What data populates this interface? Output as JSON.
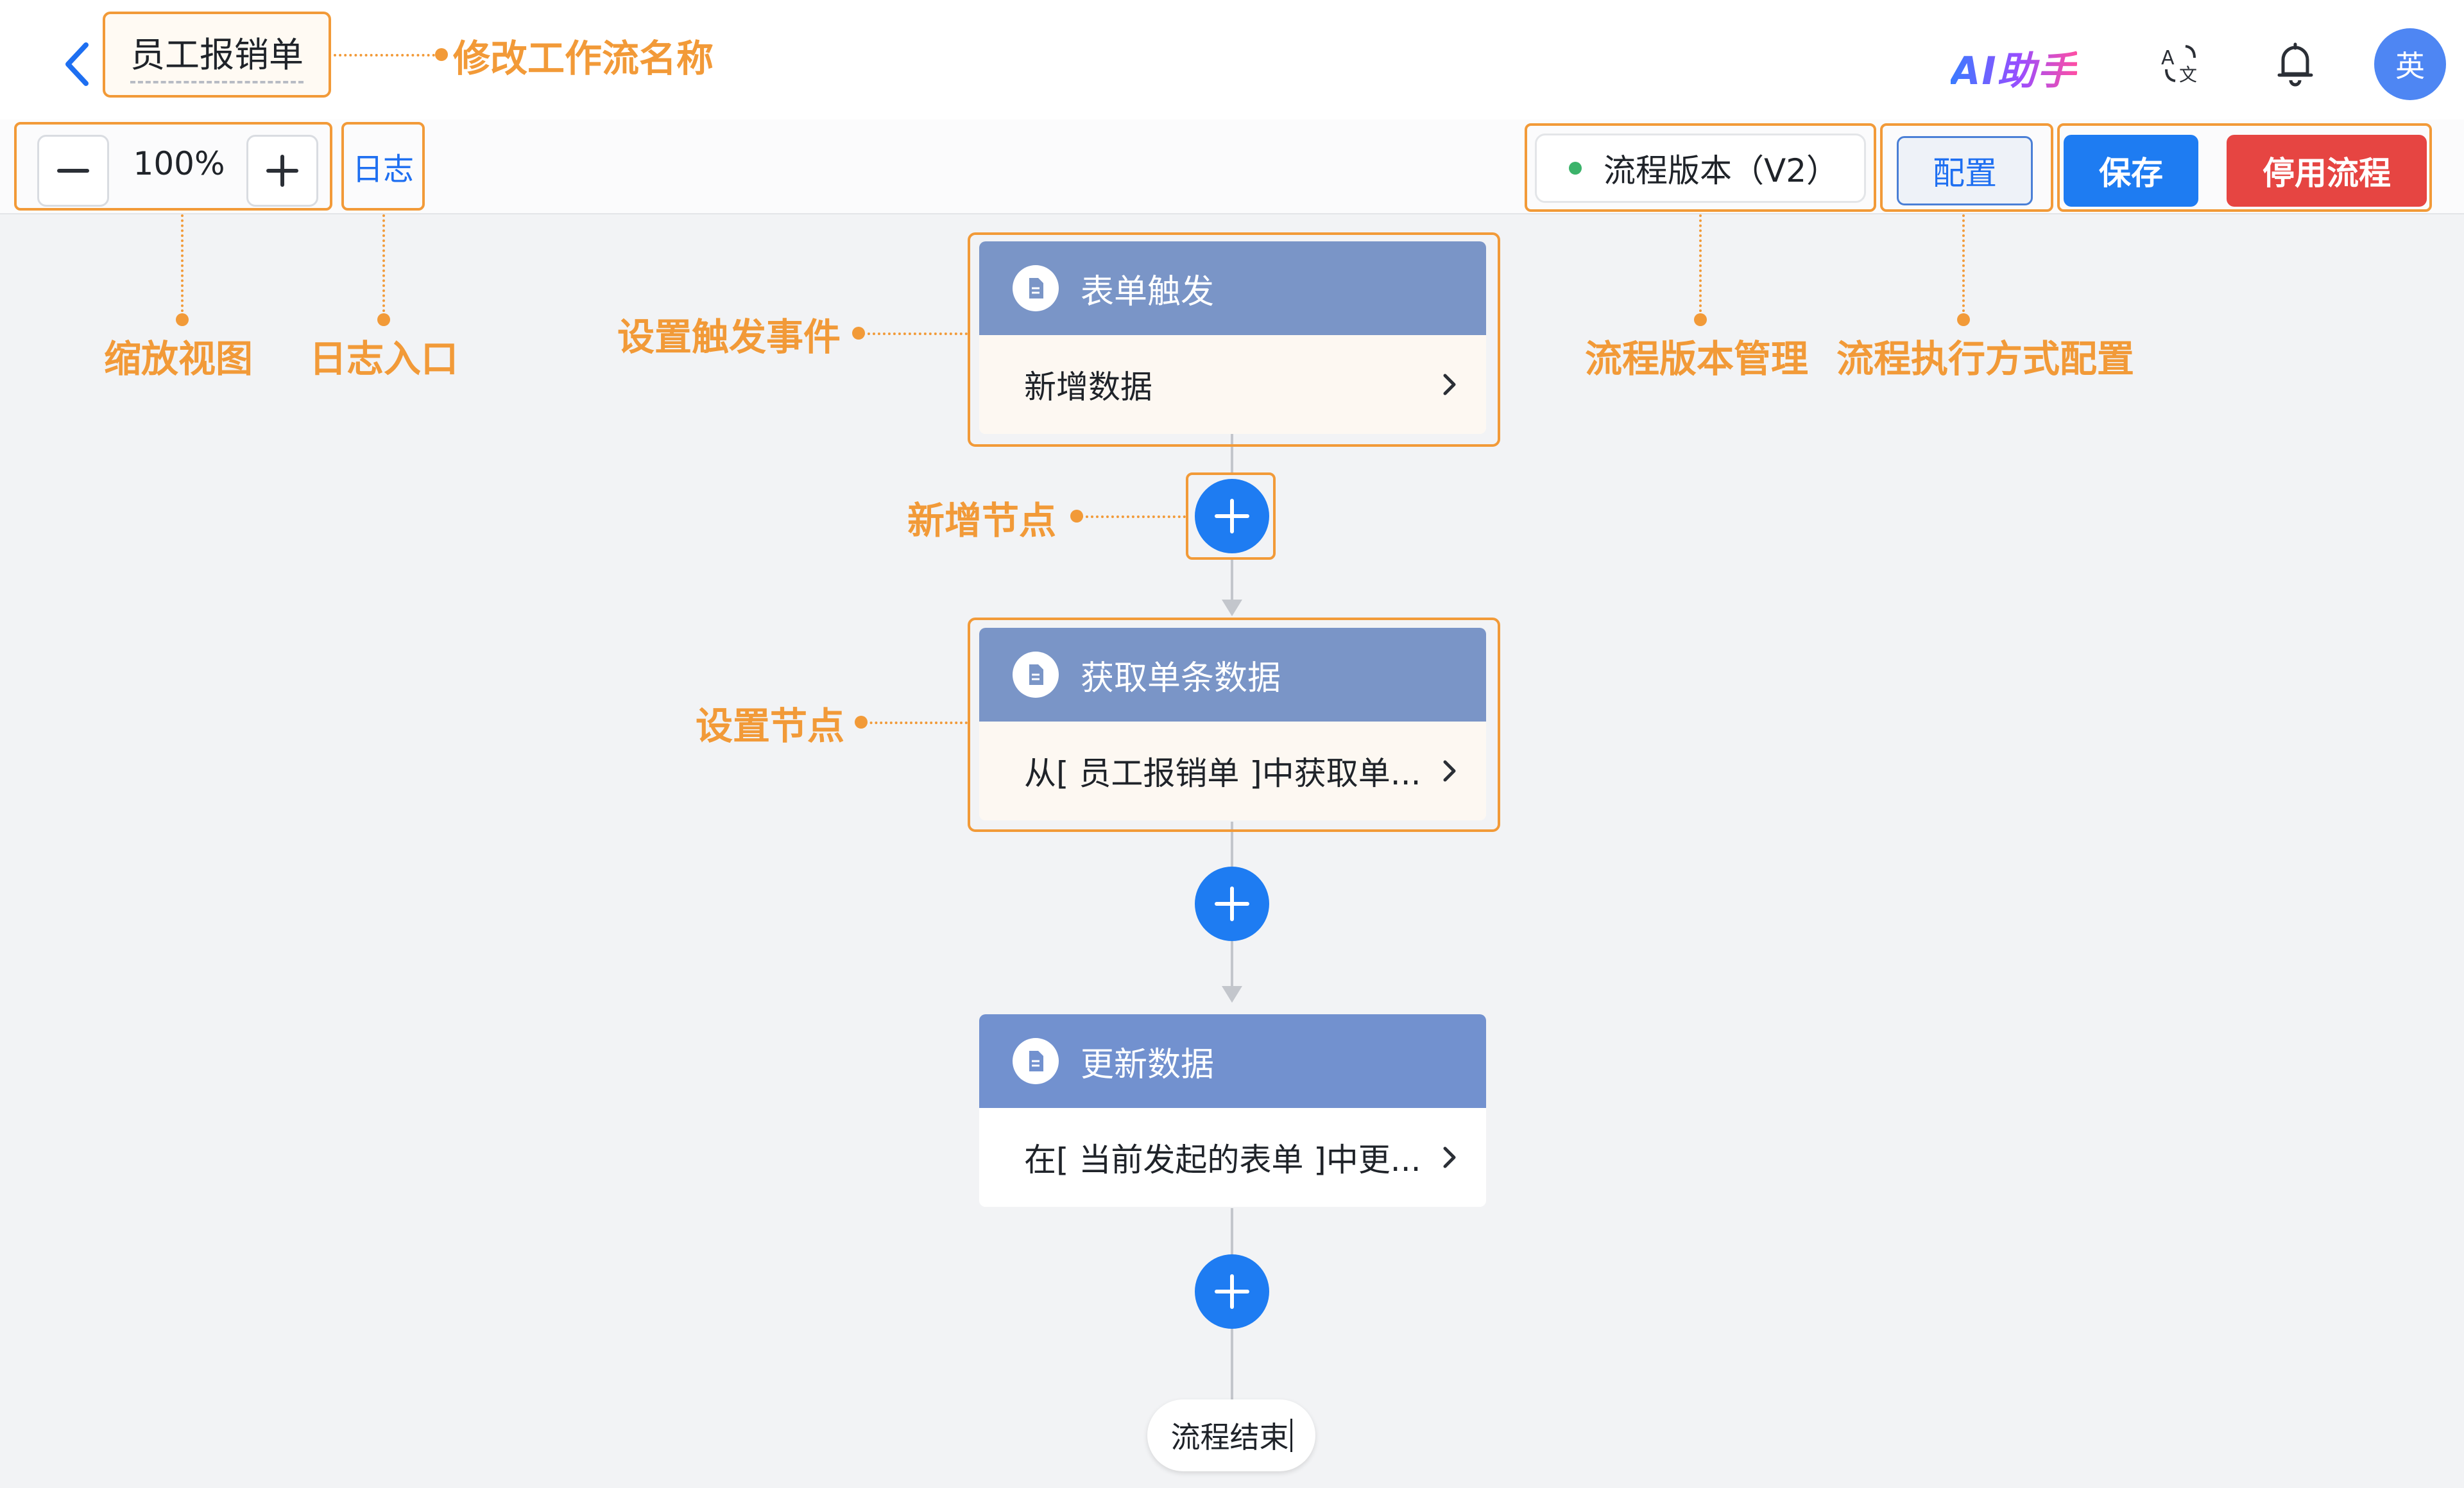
{
  "header": {
    "workflow_name": "员工报销单",
    "ai_assistant": "AI助手",
    "avatar_text": "英"
  },
  "toolbar": {
    "zoom_value": "100%",
    "log_label": "日志",
    "version_label": "流程版本（V2）",
    "config_label": "配置",
    "save_label": "保存",
    "disable_label": "停用流程"
  },
  "annotations": {
    "rename": "修改工作流名称",
    "zoom": "缩放视图",
    "log": "日志入口",
    "trigger": "设置触发事件",
    "add_node": "新增节点",
    "set_node": "设置节点",
    "version": "流程版本管理",
    "exec_config": "流程执行方式配置"
  },
  "flow": {
    "nodes": [
      {
        "title": "表单触发",
        "subtitle": "新增数据"
      },
      {
        "title": "获取单条数据",
        "subtitle": "从[ 员工报销单 ]中获取单..."
      },
      {
        "title": "更新数据",
        "subtitle": "在[ 当前发起的表单 ]中更..."
      }
    ],
    "end_label": "流程结束"
  },
  "colors": {
    "accent_blue": "#1e7cf2",
    "danger_red": "#e64542",
    "annotation_orange": "#f29a38",
    "node_header": "#7a95c7"
  }
}
